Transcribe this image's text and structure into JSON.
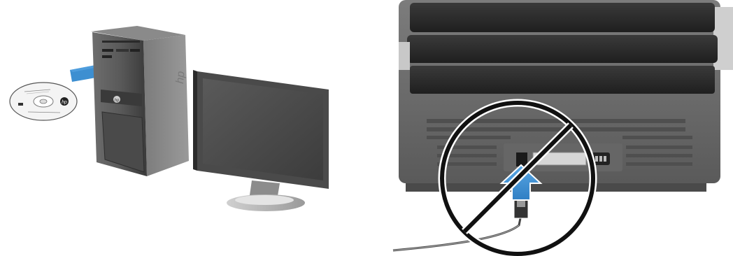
{
  "panels": [
    {
      "id": "left",
      "items": [
        "installation-cd",
        "arrow-right",
        "desktop-tower",
        "monitor"
      ],
      "brand_logo_text": "hp"
    },
    {
      "id": "right",
      "items": [
        "scanner-rear",
        "usb-port",
        "power-port",
        "usb-cable",
        "arrow-up",
        "prohibition-sign"
      ]
    }
  ],
  "colors": {
    "arrow_blue": "#3d8fd1",
    "device_dark": "#2b2b2b",
    "device_mid": "#6a6a6a",
    "monitor_frame": "#4a4a4a",
    "prohibition_black": "#111111"
  }
}
